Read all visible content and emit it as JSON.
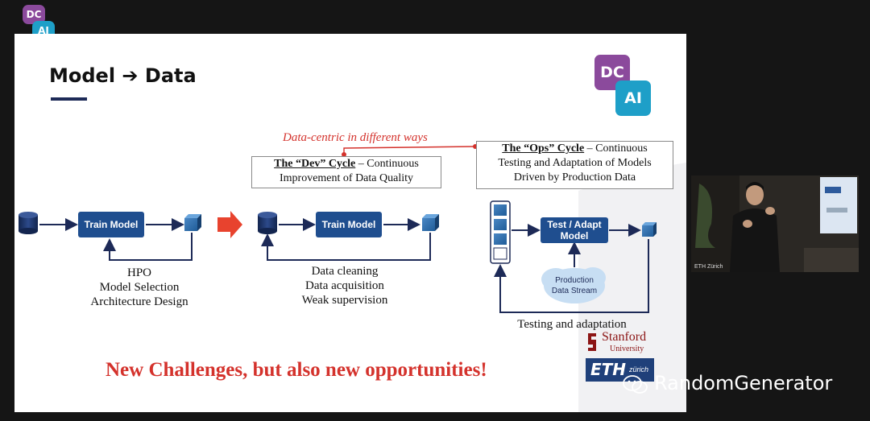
{
  "window_logo": {
    "line1": "DC",
    "line2": "AI"
  },
  "slide": {
    "title_left": "Model",
    "title_arrow": "➔",
    "title_right": "Data",
    "logo": {
      "line1": "DC",
      "line2": "AI"
    },
    "red_note": "Data-centric in different ways",
    "dev_cycle": {
      "heading": "The “Dev” Cycle",
      "rest_line1": " – Continuous",
      "line2": "Improvement of Data Quality"
    },
    "ops_cycle": {
      "heading": "The “Ops” Cycle",
      "rest_line1": " – Continuous",
      "line2": "Testing and Adaptation of Models",
      "line3": "Driven by Production Data"
    },
    "model_centric": {
      "box_label": "Train Model",
      "captions": [
        "HPO",
        "Model Selection",
        "Architecture Design"
      ]
    },
    "dev_diagram": {
      "box_label": "Train Model",
      "captions": [
        "Data cleaning",
        "Data acquisition",
        "Weak supervision"
      ]
    },
    "ops_diagram": {
      "box_label_line1": "Test / Adapt",
      "box_label_line2": "Model",
      "cloud_line1": "Production",
      "cloud_line2": "Data Stream",
      "caption": "Testing and adaptation"
    },
    "banner": "New Challenges, but also new opportunities!",
    "stanford": {
      "name": "Stanford",
      "sub": "University"
    },
    "eth": {
      "name": "ETH",
      "suffix": "zürich"
    }
  },
  "webcam": {
    "label": "ETH Zürich"
  },
  "watermark": {
    "text": "RandomGenerator"
  },
  "colors": {
    "red": "#d4322c",
    "blue_box": "#1f4e8f",
    "navy": "#1d2a57",
    "logo_purple": "#8b4a9c",
    "logo_teal": "#1e9fc8"
  }
}
